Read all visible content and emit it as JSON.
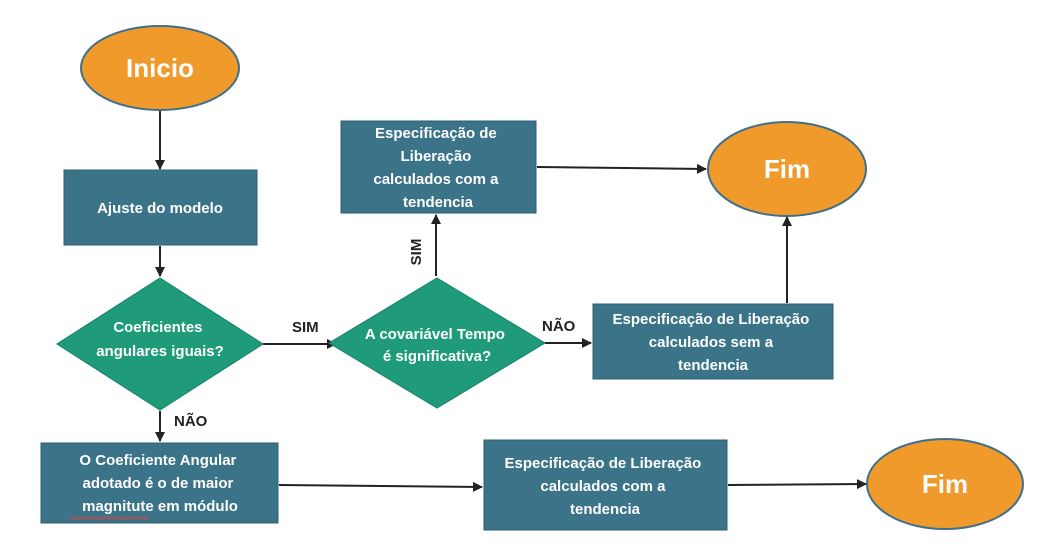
{
  "colors": {
    "oval": "#f09a2c",
    "oval_border": "#3f6f8a",
    "box": "#3b7389",
    "box_border": "#2f5c6e",
    "diamond": "#1f9b7a",
    "diamond_border": "#17806a",
    "arrow": "#222222",
    "label": "#ffffff",
    "spell_underline": "#e0443a"
  },
  "nodes": {
    "start": {
      "text": "Inicio"
    },
    "adjust": {
      "lines": [
        "Ajuste do modelo"
      ]
    },
    "coef_equal": {
      "lines": [
        "Coeficientes",
        "angulares iguais?"
      ]
    },
    "time_covariate": {
      "lines": [
        "A covariável Tempo",
        "é significativa?"
      ]
    },
    "spec_trend_top": {
      "lines": [
        "Especificação de",
        "Liberação",
        "calculados com a",
        "tendencia"
      ]
    },
    "end_top": {
      "text": "Fim"
    },
    "spec_no_trend": {
      "lines": [
        "Especificação de Liberação",
        "calculados sem a",
        "tendencia"
      ]
    },
    "coef_adopted": {
      "lines": [
        "O Coeficiente Angular",
        "adotado é o de maior",
        "magnitute em módulo"
      ]
    },
    "spec_trend_bottom": {
      "lines": [
        "Especificação de Liberação",
        "calculados com a",
        "tendencia"
      ]
    },
    "end_bottom": {
      "text": "Fim"
    }
  },
  "edges": {
    "coef_yes": "SIM",
    "coef_no": "NÃO",
    "time_yes": "SIM",
    "time_no": "NÃO"
  }
}
